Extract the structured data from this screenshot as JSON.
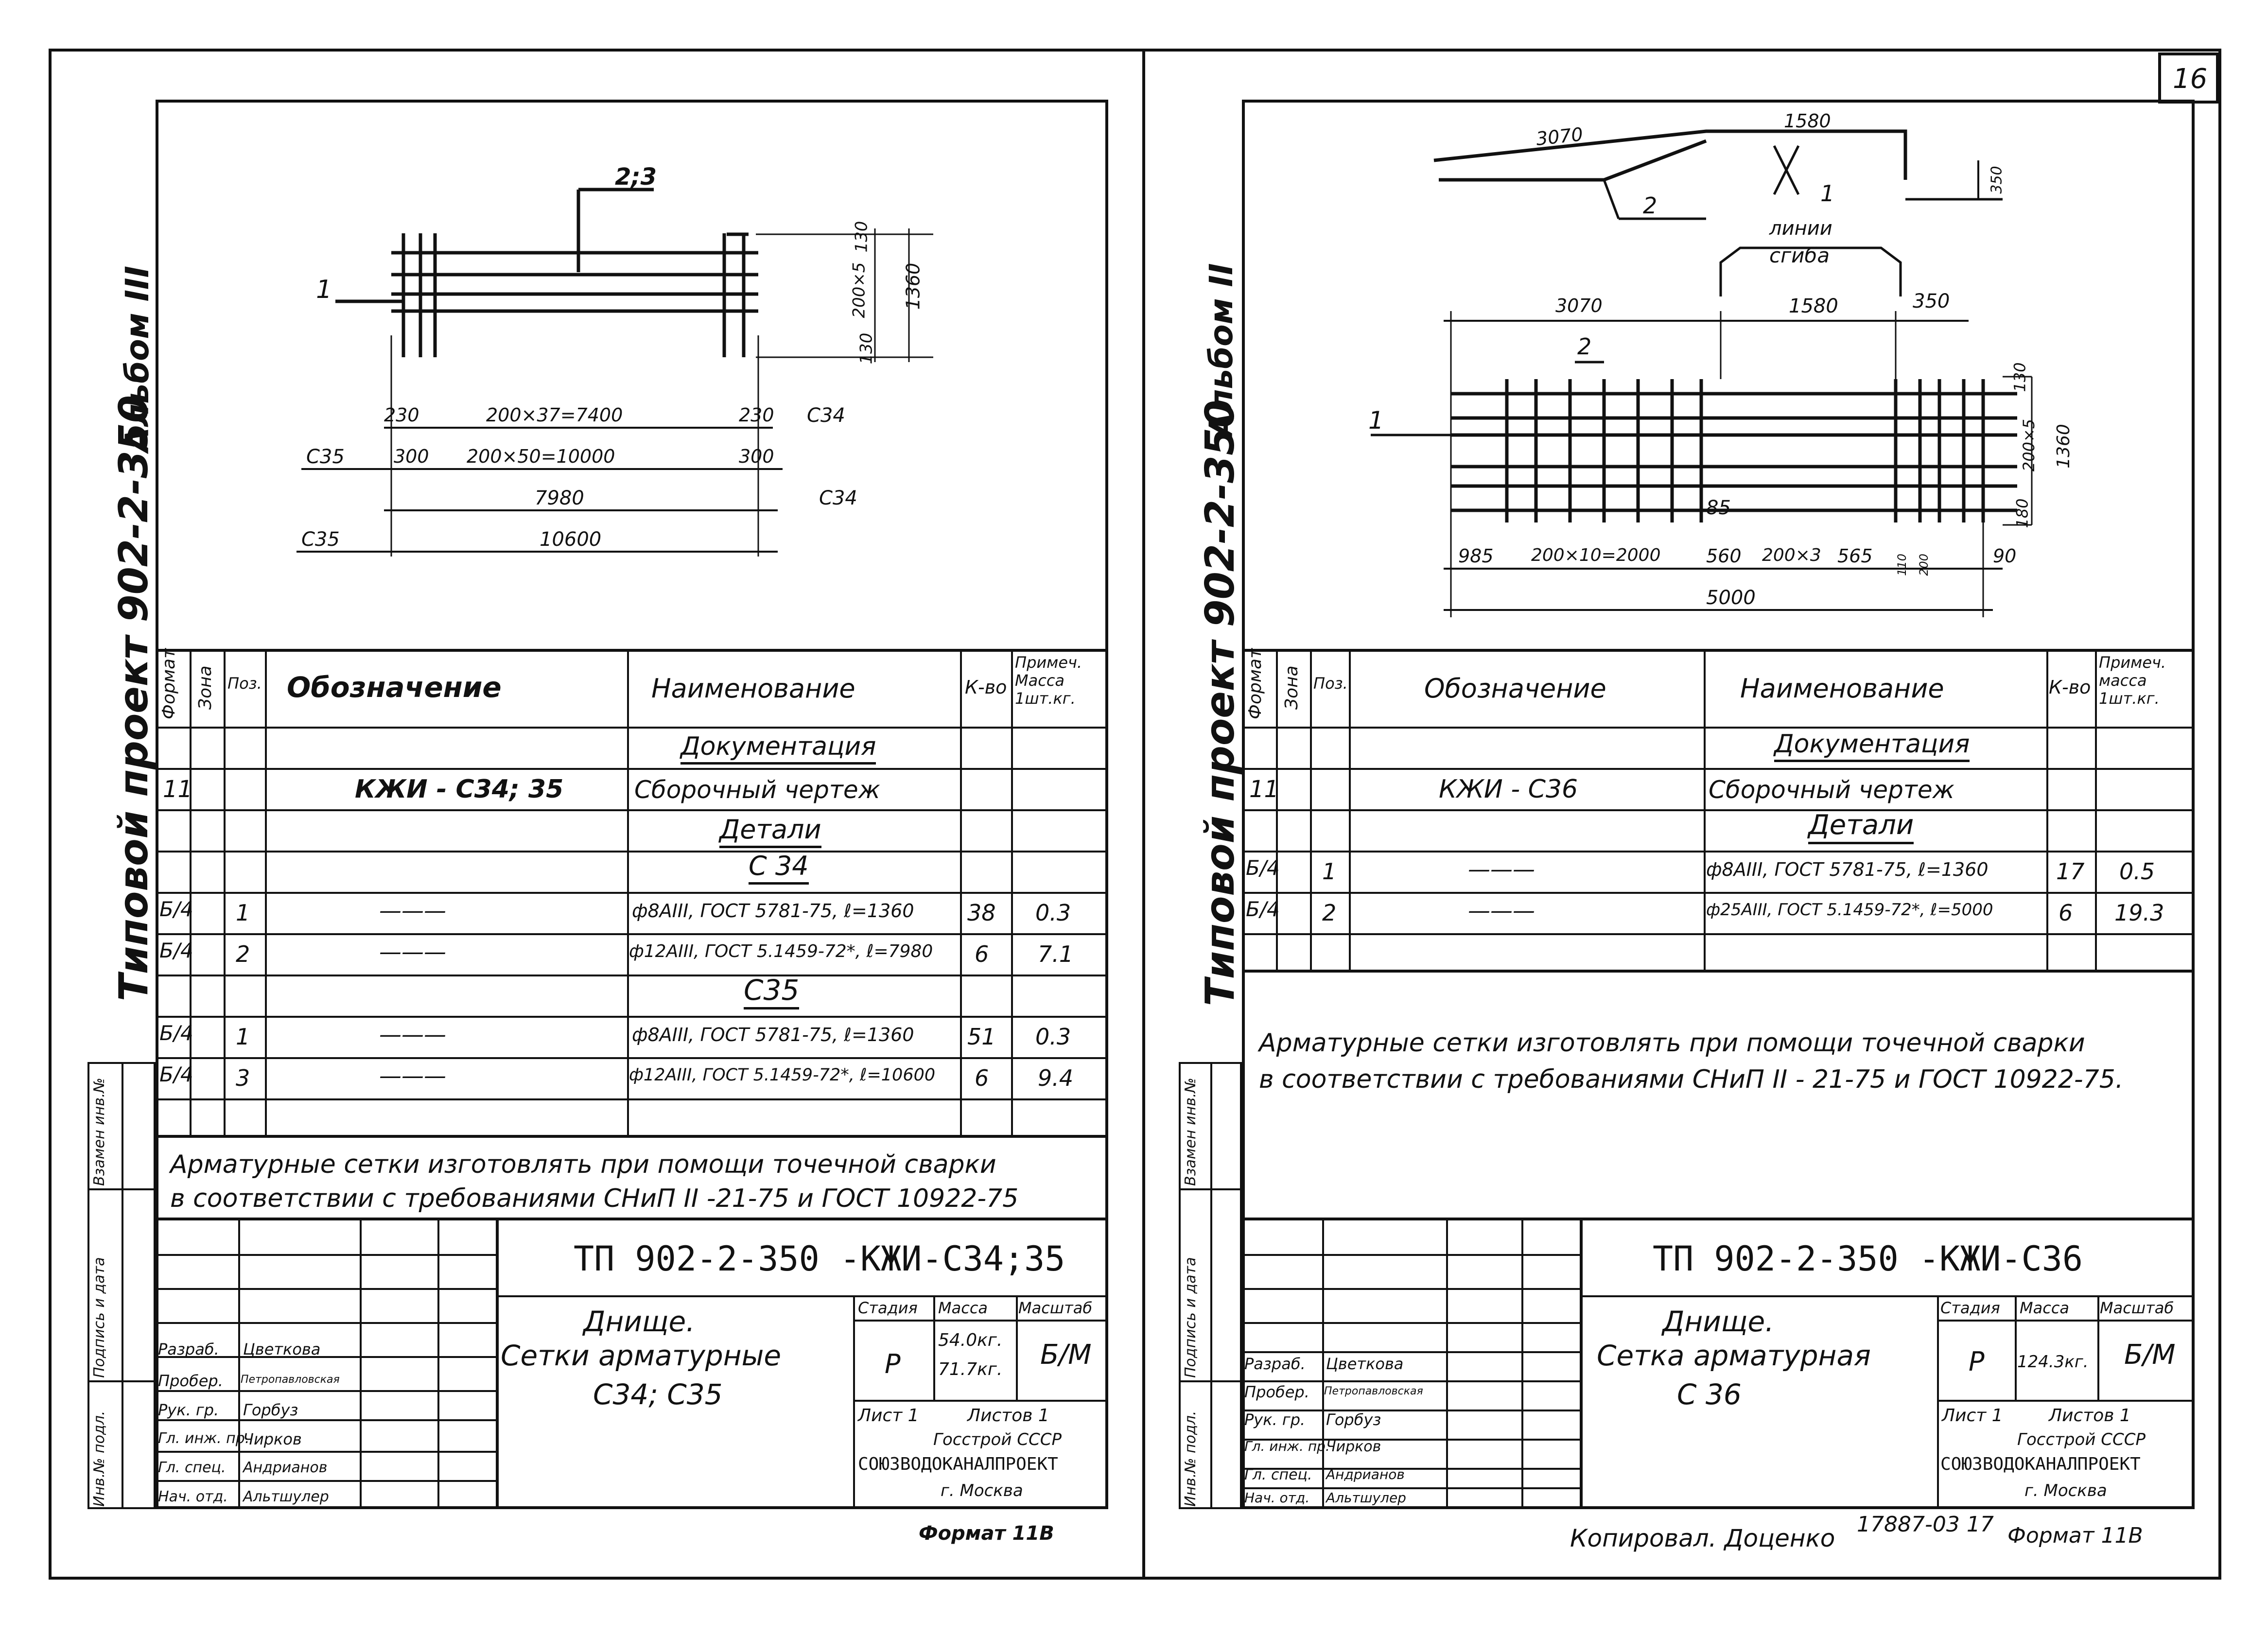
{
  "page_number": "16",
  "copy_note": "Копировал. Доценко",
  "order_no": "17887-03 17",
  "format_right": "Формат 11В",
  "left": {
    "side_title": "Типовой проект 902-2-350",
    "album": "Альбом III",
    "drawing": {
      "section_mark": "2;3",
      "pos1": "1",
      "right_dims": [
        "130",
        "200×5",
        "1360",
        "130"
      ],
      "row1": [
        "230",
        "200×37=7400",
        "230",
        "С34"
      ],
      "row2_mark": "С35",
      "row2": [
        "300",
        "200×50=10000",
        "300"
      ],
      "row3": [
        "7980",
        "С34"
      ],
      "row4_mark": "С35",
      "row4": [
        "10600"
      ]
    },
    "spec": {
      "headers": [
        "Формат",
        "Зона",
        "Поз.",
        "Обозначение",
        "Наименование",
        "К-во",
        "Примеч. Масса 1шт.кг."
      ],
      "rows": [
        {
          "fmt": "",
          "pos": "",
          "code": "",
          "name": "Документация",
          "qty": "",
          "note": "",
          "heading": true
        },
        {
          "fmt": "11",
          "pos": "",
          "code": "КЖИ - С34; 35",
          "name": "Сборочный   чертеж",
          "qty": "",
          "note": ""
        },
        {
          "fmt": "",
          "pos": "",
          "code": "",
          "name": "Детали",
          "qty": "",
          "note": "",
          "heading": true
        },
        {
          "fmt": "",
          "pos": "",
          "code": "",
          "name": "С 34",
          "qty": "",
          "note": "",
          "heading": true
        },
        {
          "fmt": "Б/4",
          "pos": "1",
          "code": "———",
          "name": "ф8АIII, ГОСТ 5781-75, ℓ=1360",
          "qty": "38",
          "note": "0.3"
        },
        {
          "fmt": "Б/4",
          "pos": "2",
          "code": "———",
          "name": "ф12АIII, ГОСТ 5.1459-72*, ℓ=7980",
          "qty": "6",
          "note": "7.1"
        },
        {
          "fmt": "",
          "pos": "",
          "code": "",
          "name": "С35",
          "qty": "",
          "note": "",
          "heading": true
        },
        {
          "fmt": "Б/4",
          "pos": "1",
          "code": "———",
          "name": "ф8АIII, ГОСТ 5781-75, ℓ=1360",
          "qty": "51",
          "note": "0.3"
        },
        {
          "fmt": "Б/4",
          "pos": "3",
          "code": "———",
          "name": "ф12АIII, ГОСТ 5.1459-72*, ℓ=10600",
          "qty": "6",
          "note": "9.4"
        },
        {
          "fmt": "",
          "pos": "",
          "code": "",
          "name": "",
          "qty": "",
          "note": ""
        }
      ]
    },
    "note_line1": "Арматурные   сетки   изготовлять  при  помощи  точечной  сварки",
    "note_line2": "в соответствии с требованиями   СНиП II -21-75   и ГОСТ 10922-75",
    "side_margin": [
      "Взамен инв.№",
      "Подпись и дата",
      "Инв.№ подл."
    ],
    "title_block": {
      "doc_code": "ТП 902-2-350 -КЖИ-С34;35",
      "title": [
        "Днище.",
        "Сетки  арматурные",
        "С34;  С35"
      ],
      "stage_label": "Стадия",
      "mass_label": "Масса",
      "scale_label": "Масштаб",
      "stage": "Р",
      "mass": [
        "54.0кг.",
        "71.7кг."
      ],
      "scale": "Б/М",
      "sheet": "Лист 1",
      "sheets": "Листов 1",
      "org1": "Госстрой СССР",
      "org2": "СОЮЗВОДОКАНАЛПРОЕКТ",
      "city": "г. Москва",
      "roles": [
        "Разраб.",
        "Пробер.",
        "Рук. гр.",
        "Гл. инж. пр.",
        "Гл. спец.",
        "Нач. отд."
      ],
      "names": [
        "Цветкова",
        "Петропавловская",
        "Горбуз",
        "Чирков",
        "Андрианов",
        "Альтшулер"
      ]
    },
    "format": "Формат 11В"
  },
  "right": {
    "side_title": "Типовой проект 902-2-350",
    "album": "Альбом II",
    "drawing": {
      "top": [
        "3070",
        "1580",
        "350"
      ],
      "pos2": "2",
      "pos1": "1",
      "bend_note": [
        "линии",
        "сгиба"
      ],
      "dims_top": [
        "3070",
        "1580",
        "350"
      ],
      "pos2b": "2",
      "pos1b": "1",
      "right_dims": [
        "130",
        "200×5",
        "1360",
        "180"
      ],
      "bottom_small": "85",
      "bottom": [
        "985",
        "200×10=2000",
        "560",
        "200×3",
        "565",
        "110",
        "200",
        "90"
      ],
      "total": "5000"
    },
    "spec": {
      "headers": [
        "Формат",
        "Зона",
        "Поз.",
        "Обозначение",
        "Наименование",
        "К-во",
        "Примеч. масса 1шт.кг."
      ],
      "rows": [
        {
          "fmt": "",
          "pos": "",
          "code": "",
          "name": "Документация",
          "qty": "",
          "note": "",
          "heading": true
        },
        {
          "fmt": "11",
          "pos": "",
          "code": "КЖИ - С36",
          "name": "Сборочный   чертеж",
          "qty": "",
          "note": ""
        },
        {
          "fmt": "",
          "pos": "",
          "code": "",
          "name": "Детали",
          "qty": "",
          "note": "",
          "heading": true
        },
        {
          "fmt": "Б/4",
          "pos": "1",
          "code": "———",
          "name": "ф8АIII, ГОСТ 5781-75, ℓ=1360",
          "qty": "17",
          "note": "0.5"
        },
        {
          "fmt": "Б/4",
          "pos": "2",
          "code": "———",
          "name": "ф25АIII, ГОСТ 5.1459-72*, ℓ=5000",
          "qty": "6",
          "note": "19.3"
        },
        {
          "fmt": "",
          "pos": "",
          "code": "",
          "name": "",
          "qty": "",
          "note": ""
        }
      ]
    },
    "note_line1": "Арматурные   сетки   изготовлять  при  помощи  точечной  сварки",
    "note_line2": "в соответствии с требованиями   СНиП II - 21-75 и ГОСТ 10922-75.",
    "side_margin": [
      "Взамен инв.№",
      "Подпись и дата",
      "Инв.№ подл."
    ],
    "title_block": {
      "doc_code": "ТП 902-2-350  -КЖИ-С36",
      "title": [
        "Днище.",
        "Сетка  арматурная",
        "С 36"
      ],
      "stage_label": "Стадия",
      "mass_label": "Масса",
      "scale_label": "Масштаб",
      "stage": "Р",
      "mass": [
        "124.3кг."
      ],
      "scale": "Б/М",
      "sheet": "Лист 1",
      "sheets": "Листов 1",
      "org1": "Госстрой СССР",
      "org2": "СОЮЗВОДОКАНАЛПРОЕКТ",
      "city": "г. Москва",
      "roles": [
        "Разраб.",
        "Пробер.",
        "Рук. гр.",
        "Гл. инж. пр.",
        "Гл. спец.",
        "Нач. отд."
      ],
      "names": [
        "Цветкова",
        "Петропавловская",
        "Горбуз",
        "Чирков",
        "Андрианов",
        "Альтшулер"
      ]
    }
  }
}
